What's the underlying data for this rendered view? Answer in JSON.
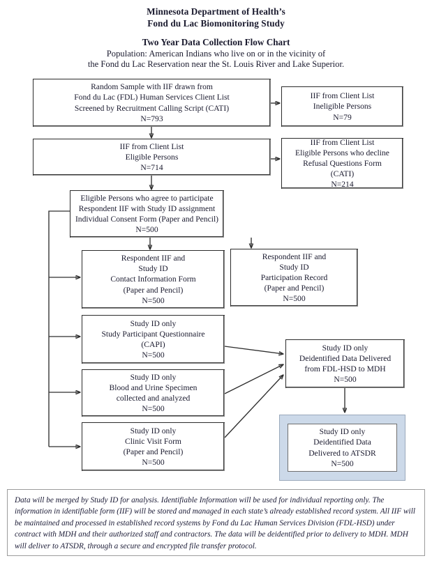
{
  "document": {
    "type": "flow-chart",
    "header": {
      "org_line1": "Minnesota Department of Health’s",
      "org_line2": "Fond du Lac Biomonitoring Study",
      "title": "Two Year Data Collection Flow Chart",
      "population_line1": "Population:  American Indians who live on or in the vicinity of",
      "population_line2": "the Fond du Lac Reservation near the St. Louis River and Lake Superior."
    },
    "nodes": [
      {
        "id": "random-sample",
        "lines": [
          "Random Sample with IIF drawn from",
          "Fond du Lac (FDL) Human Services Client List",
          "Screened by Recruitment Calling Script (CATI)",
          "N=793"
        ],
        "count": "N=793"
      },
      {
        "id": "ineligible",
        "lines": [
          "IIF from Client List",
          "Ineligible Persons",
          "N=79"
        ],
        "count": "N=79"
      },
      {
        "id": "eligible",
        "lines": [
          "IIF from Client List",
          "Eligible Persons",
          "N=714"
        ],
        "count": "N=714"
      },
      {
        "id": "decline",
        "lines": [
          "IIF from Client List",
          "Eligible Persons who decline",
          "Refusal Questions Form",
          "(CATI)",
          "N=214"
        ],
        "count": "N=214"
      },
      {
        "id": "consent",
        "lines": [
          "Eligible Persons who agree to participate",
          "Respondent IIF with Study ID assignment",
          "Individual Consent Form (Paper and Pencil)",
          "N=500"
        ],
        "count": "N=500"
      },
      {
        "id": "contact-info",
        "lines": [
          "Respondent IIF and",
          "Study ID",
          "Contact Information Form",
          "(Paper and Pencil)",
          "N=500"
        ],
        "count": "N=500"
      },
      {
        "id": "participation-record",
        "lines": [
          "Respondent IIF and",
          "Study ID",
          "Participation Record",
          "(Paper and Pencil)",
          "N=500"
        ],
        "count": "N=500"
      },
      {
        "id": "questionnaire",
        "lines": [
          "Study ID only",
          "Study Participant Questionnaire",
          "(CAPI)",
          "N=500"
        ],
        "count": "N=500"
      },
      {
        "id": "specimen",
        "lines": [
          "Study ID only",
          "Blood and Urine Specimen",
          "collected and analyzed",
          "N=500"
        ],
        "count": "N=500"
      },
      {
        "id": "clinic-visit",
        "lines": [
          "Study ID only",
          "Clinic Visit Form",
          "(Paper and Pencil)",
          "N=500"
        ],
        "count": "N=500"
      },
      {
        "id": "deidentified-mdh",
        "lines": [
          "Study ID only",
          "Deidentified Data Delivered",
          "from FDL-HSD to MDH",
          "N=500"
        ],
        "count": "N=500"
      },
      {
        "id": "deidentified-atsdr",
        "lines": [
          "Study ID only",
          "Deidentified Data",
          "Delivered to ATSDR",
          "N=500"
        ],
        "count": "N=500"
      }
    ],
    "footnote": "Data will be merged by Study ID for analysis.  Identifiable Information will be used for individual reporting only. The information in identifiable form (IIF) will be stored and managed in each state’s already established record system. All IIF will be maintained and processed in established record systems by Fond du Lac Human Services Division (FDL-HSD) under contract with MDH and their authorized staff and contractors. The data will be deidentified prior to delivery to MDH. MDH will deliver to ATSDR, through a secure and encrypted file transfer protocol.",
    "colors": {
      "page_background": "#ffffff",
      "box_border": "#2b2b2b",
      "box_shadow": "#8e8e8e",
      "highlight_fill": "#ccd9e9",
      "highlight_border": "#9aa9bb",
      "text": "#1a1a2e",
      "connector": "#2e2e2e"
    }
  }
}
